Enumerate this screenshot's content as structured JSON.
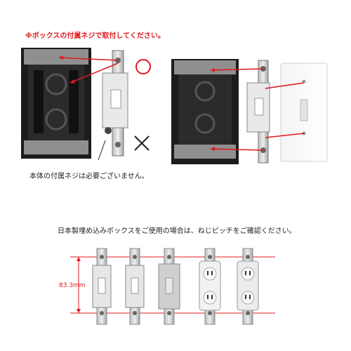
{
  "notes": {
    "top_instruction": "※ボックスの付属ネジで取付してください。",
    "screw_not_needed": "本体の付属ネジは必要ございません。",
    "pitch_check": "日本製埋め込みボックスをご使用の場合は、ねじピッチをご確認ください。"
  },
  "measure": {
    "label": "83.3mm"
  },
  "marks": {
    "ok_symbol": "circle",
    "ng_symbol": "cross"
  },
  "devices": [
    {
      "type": "toggle-switch"
    },
    {
      "type": "toggle-switch"
    },
    {
      "type": "toggle-switch"
    },
    {
      "type": "duplex-outlet"
    },
    {
      "type": "duplex-outlet"
    }
  ],
  "colors": {
    "accent": "#e0191f",
    "text": "#222222"
  }
}
